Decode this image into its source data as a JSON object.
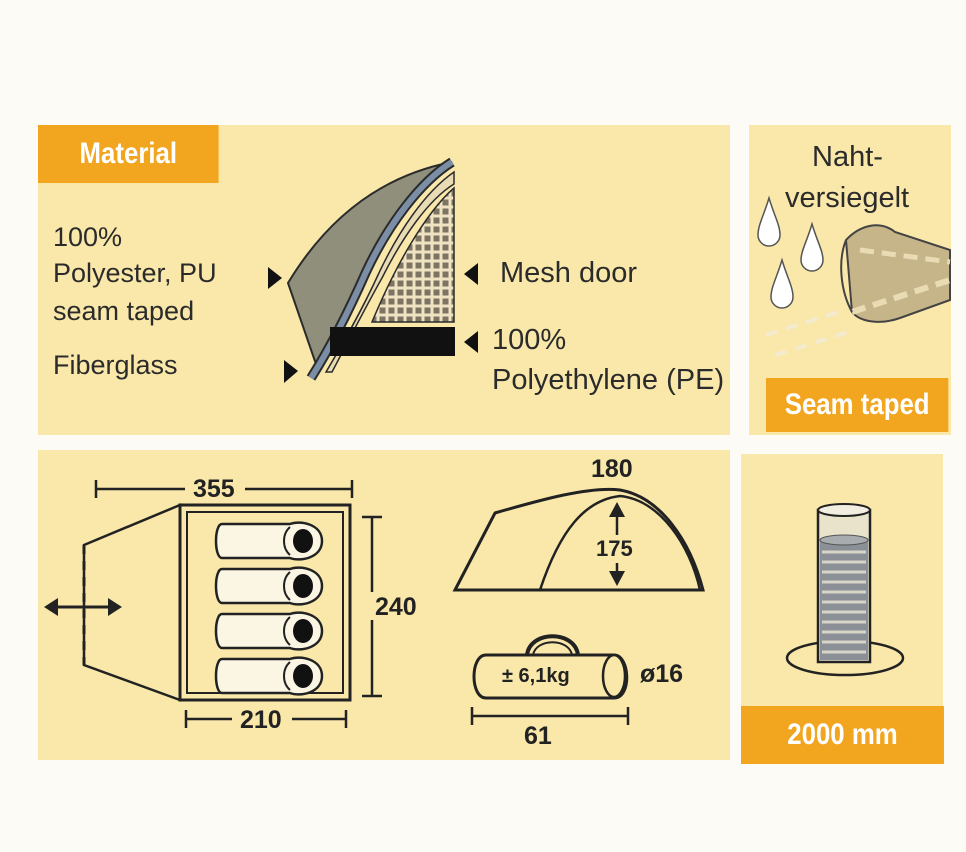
{
  "material": {
    "title": "Material",
    "fly_text_line1": "100%",
    "fly_text_line2": "Polyester, PU",
    "fly_text_line3": "seam taped",
    "poles_text": "Fiberglass",
    "door_text": "Mesh door",
    "floor_text_line1": "100%",
    "floor_text_line2": "Polyethylene (PE)"
  },
  "seam": {
    "caption_line1": "Naht-",
    "caption_line2": "versiegelt",
    "tag": "Seam taped"
  },
  "dimensions": {
    "length_total": "355",
    "width": "240",
    "inner_length": "210",
    "height": "180",
    "inner_height": "175",
    "weight": "± 6,1kg",
    "pack_diameter": "ø16",
    "pack_length": "61",
    "sleeping_places": 4
  },
  "water_column": {
    "tag": "2000 mm"
  },
  "colors": {
    "panel": "#f9e8aa",
    "accent": "#f2a51f",
    "outline": "#2b2b2b",
    "fly": "#8f8f7c",
    "pole": "#7b8ea5"
  },
  "icons": [
    "arrow-right-icon",
    "arrow-left-icon",
    "water-drop-icon",
    "tape-roll-icon",
    "tent-floorplan-icon",
    "tent-side-icon",
    "tent-bag-icon",
    "water-column-icon"
  ]
}
